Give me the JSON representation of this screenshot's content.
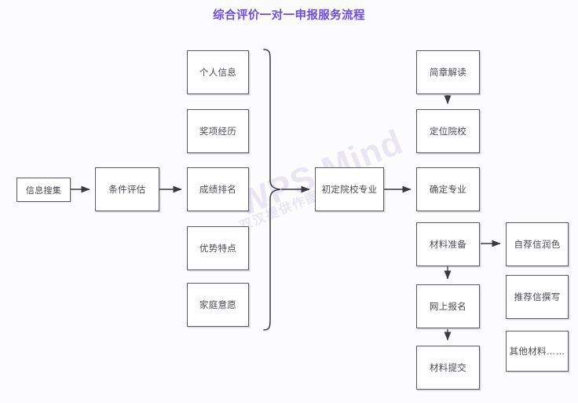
{
  "page": {
    "title": "综合评价一对一申报服务流程",
    "background_color": "#fcfbfe",
    "title_color": "#6b4ce0",
    "node_border_color": "#5b5b62",
    "node_fill_color": "#ffffff",
    "connector_color": "#3a3a42"
  },
  "watermark": {
    "main": "WPS Mind",
    "sub": "双汉提供作图服务"
  },
  "flow": {
    "intake": [
      {
        "id": "info-collection",
        "label": "信息搜集"
      },
      {
        "id": "condition-evaluation",
        "label": "条件评估"
      }
    ],
    "criteria": [
      {
        "id": "personal-info",
        "label": "个人信息"
      },
      {
        "id": "award-history",
        "label": "奖项经历"
      },
      {
        "id": "score-ranking",
        "label": "成绩排名"
      },
      {
        "id": "strength-traits",
        "label": "优势特点"
      },
      {
        "id": "family-wishes",
        "label": "家庭意愿"
      }
    ],
    "preliminary": {
      "id": "preliminary-school-major",
      "label": "初定院校专业"
    },
    "school_track": [
      {
        "id": "brochure-reading",
        "label": "简章解读"
      },
      {
        "id": "locate-school",
        "label": "定位院校"
      },
      {
        "id": "confirm-major",
        "label": "确定专业"
      }
    ],
    "application_track": [
      {
        "id": "material-preparation",
        "label": "材料准备"
      },
      {
        "id": "online-registration",
        "label": "网上报名"
      },
      {
        "id": "material-submission",
        "label": "材料提交"
      }
    ],
    "materials": [
      {
        "id": "self-recommendation-polish",
        "label": "自荐信润色"
      },
      {
        "id": "recommendation-letter-writing",
        "label": "推荐信撰写"
      },
      {
        "id": "other-materials",
        "label": "其他材料……"
      }
    ]
  }
}
